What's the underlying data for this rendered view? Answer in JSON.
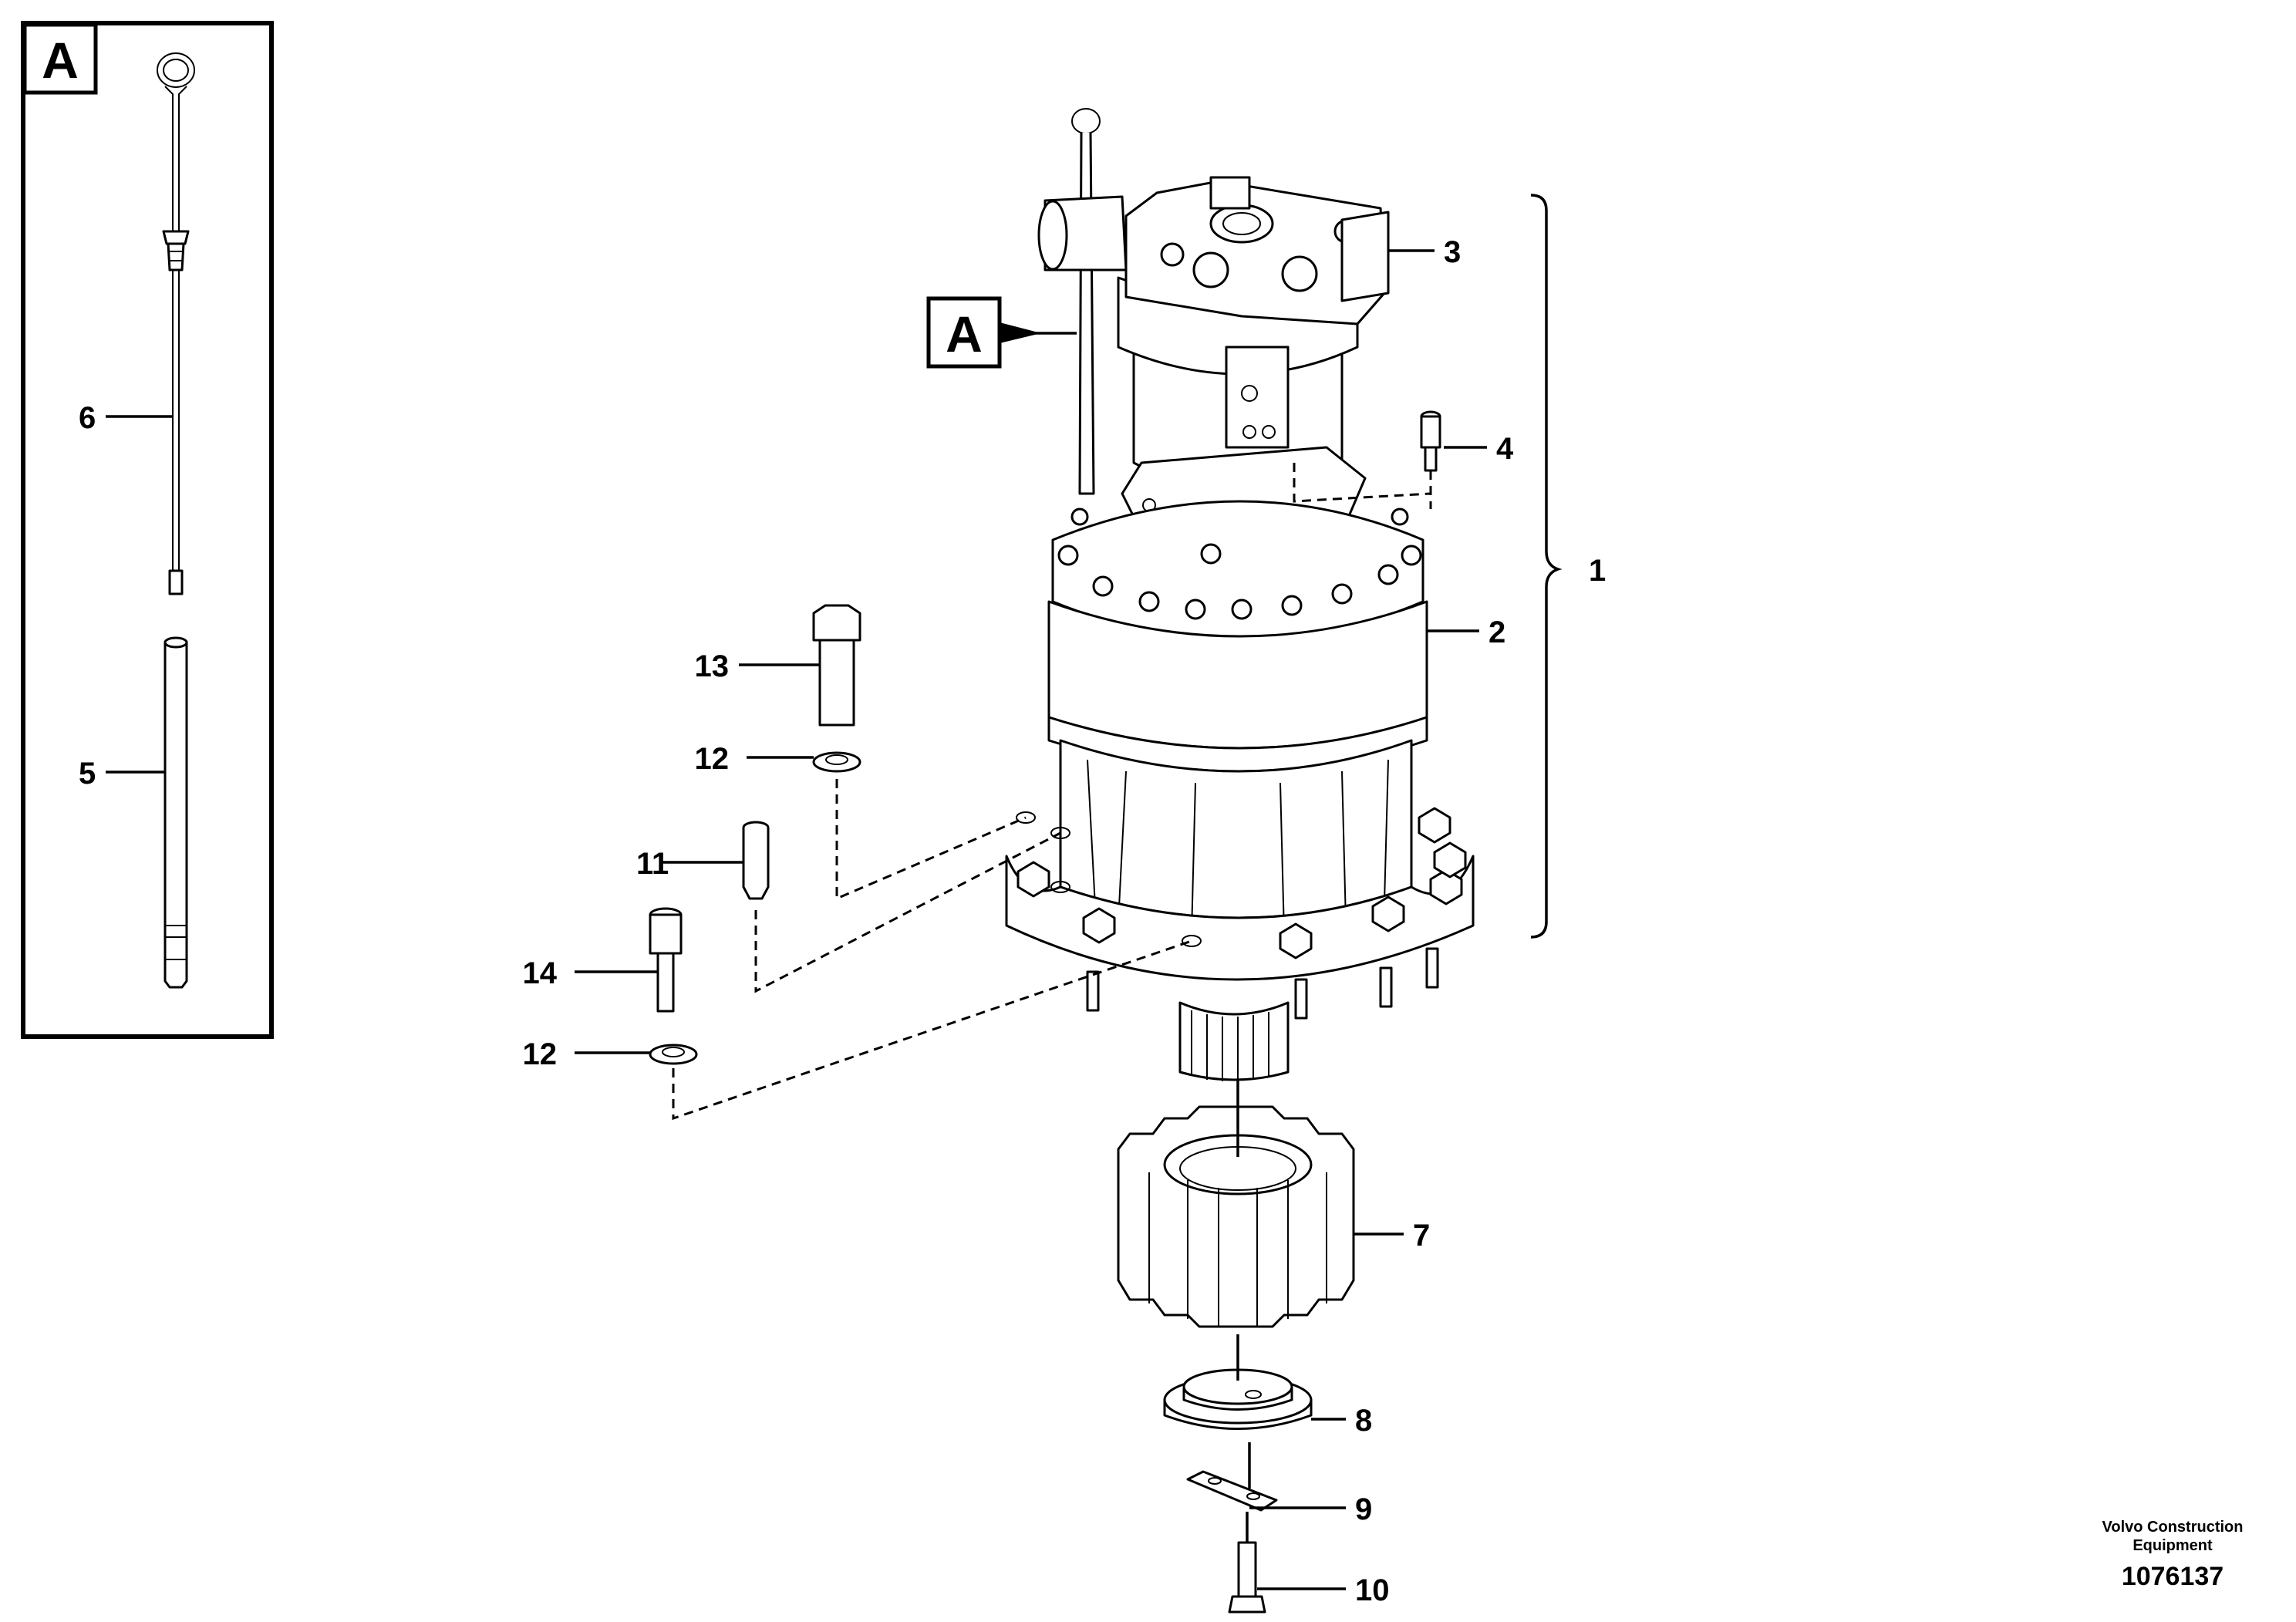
{
  "detail_marker": "A",
  "callouts": [
    {
      "id": "1",
      "label": "1"
    },
    {
      "id": "2",
      "label": "2"
    },
    {
      "id": "3",
      "label": "3"
    },
    {
      "id": "4",
      "label": "4"
    },
    {
      "id": "5",
      "label": "5"
    },
    {
      "id": "6",
      "label": "6"
    },
    {
      "id": "7",
      "label": "7"
    },
    {
      "id": "8",
      "label": "8"
    },
    {
      "id": "9",
      "label": "9"
    },
    {
      "id": "10",
      "label": "10"
    },
    {
      "id": "11",
      "label": "11"
    },
    {
      "id": "12a",
      "label": "12"
    },
    {
      "id": "12b",
      "label": "12"
    },
    {
      "id": "13",
      "label": "13"
    },
    {
      "id": "14",
      "label": "14"
    }
  ],
  "credit": {
    "line1": "Volvo Construction",
    "line2": "Equipment",
    "part_number": "1076137"
  }
}
